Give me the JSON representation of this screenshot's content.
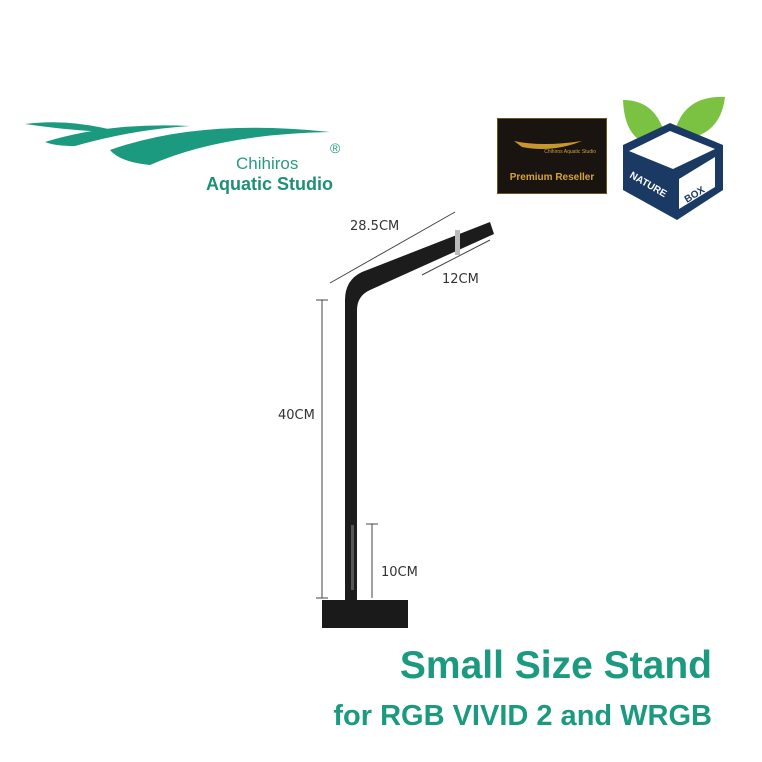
{
  "brand": {
    "name_line1": "Chihiros",
    "name_line2": "Aquatic Studio",
    "registered": "®",
    "color": "#1b9a80"
  },
  "badge": {
    "label": "Premium Reseller",
    "sub": "Chihiros Aquatic Studio"
  },
  "nature_box": {
    "word1": "NATURE",
    "word2": "BOX"
  },
  "dimensions": {
    "arm_length": "28.5CM",
    "arm_tip": "12CM",
    "height": "40CM",
    "slot": "10CM"
  },
  "title": {
    "line1": "Small Size Stand",
    "line2": "for RGB VIVID 2 and WRGB"
  }
}
